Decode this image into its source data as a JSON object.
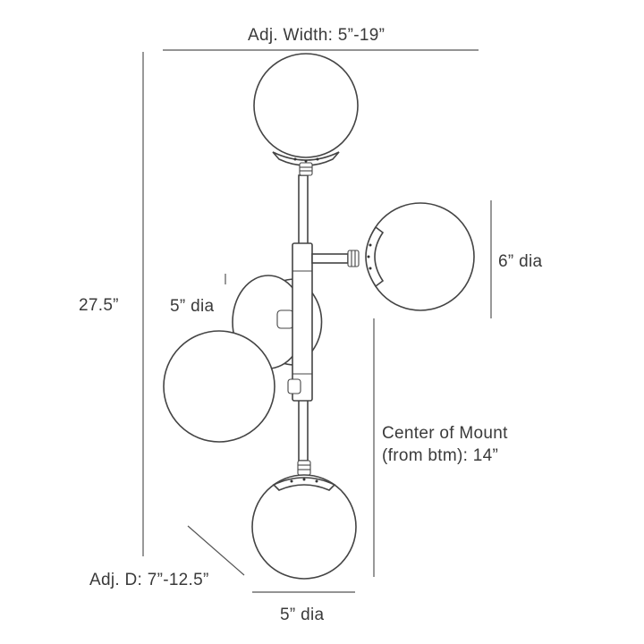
{
  "dimensions": {
    "adj_width": "Adj. Width: 5”-19”",
    "height": "27.5”",
    "backplate_dia": "5” dia",
    "globe_dia": "6” dia",
    "center_of_mount_line1": "Center of Mount",
    "center_of_mount_line2": "(from btm): 14”",
    "adj_depth": "Adj. D: 7”-12.5”",
    "bottom_globe_dia": "5” dia"
  },
  "colors": {
    "line": "#555555",
    "text": "#3a3a3a",
    "background": "#ffffff"
  }
}
